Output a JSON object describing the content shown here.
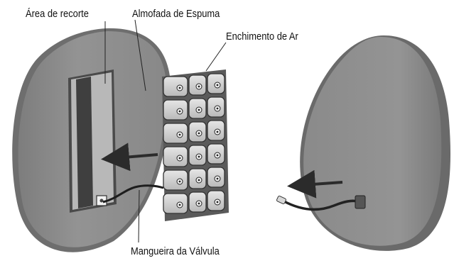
{
  "labels": {
    "cutout_area": "Área de recorte",
    "foam_pad": "Almofada de Espuma",
    "air_filling": "Enchimento de Ar",
    "valve_hose": "Mangueira da Válvula"
  },
  "colors": {
    "pad_fill": "#8f8f8f",
    "pad_edge": "#6e6e6e",
    "cutout_fill": "#b8b8b8",
    "cutout_strip": "#3f3f3f",
    "cell_fill": "#d6d6d6",
    "arrow": "#2b2b2b"
  }
}
